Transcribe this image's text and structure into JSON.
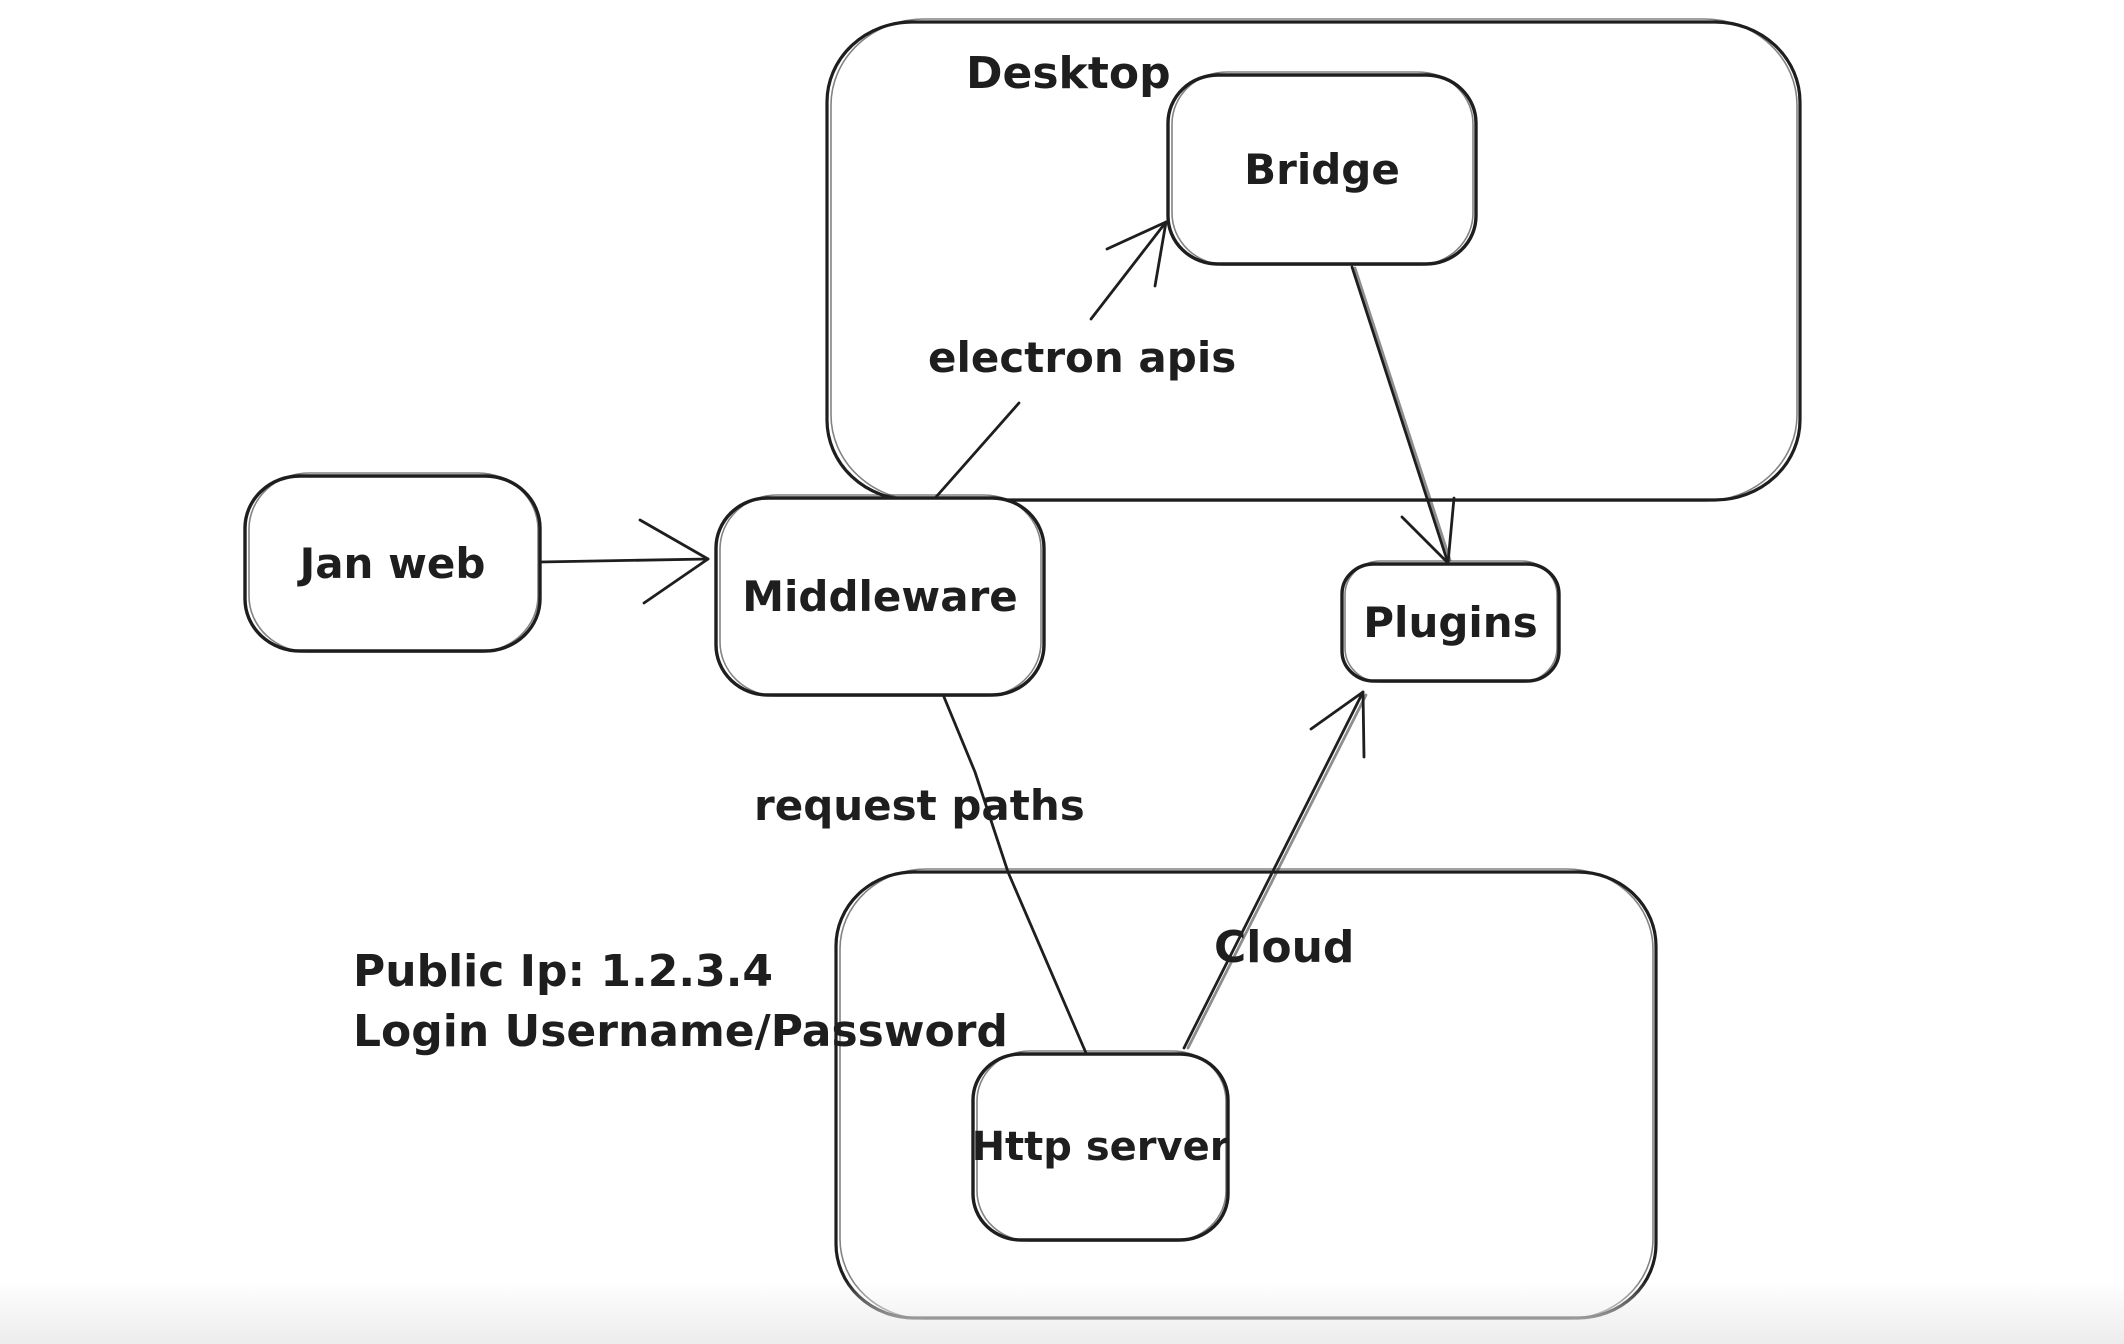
{
  "canvas": {
    "background_color": "#ffffff",
    "stroke_color": "#1e1e1e",
    "bottom_fade_color": "#ececec"
  },
  "containers": [
    {
      "id": "desktop",
      "label": "Desktop"
    },
    {
      "id": "cloud",
      "label": "Cloud"
    }
  ],
  "nodes": [
    {
      "id": "jan-web",
      "label": "Jan web"
    },
    {
      "id": "middleware",
      "label": "Middleware"
    },
    {
      "id": "bridge",
      "label": "Bridge"
    },
    {
      "id": "plugins",
      "label": "Plugins"
    },
    {
      "id": "http-server",
      "label": "Http server"
    }
  ],
  "edges": [
    {
      "id": "janweb-to-middleware",
      "from": "Jan web",
      "to": "Middleware",
      "label": "",
      "arrowhead": "open"
    },
    {
      "id": "middleware-to-bridge",
      "from": "Middleware",
      "to": "Bridge",
      "label": "electron apis",
      "arrowhead": "open"
    },
    {
      "id": "bridge-to-plugins",
      "from": "Bridge",
      "to": "Plugins",
      "label": "",
      "arrowhead": "open"
    },
    {
      "id": "middleware-to-httpserver",
      "from": "Middleware",
      "to": "Http server",
      "label": "request paths",
      "arrowhead": "none"
    },
    {
      "id": "httpserver-to-plugins",
      "from": "Http server",
      "to": "Plugins",
      "label": "",
      "arrowhead": "open"
    }
  ],
  "annotations": {
    "public_ip": "Public Ip: 1.2.3.4",
    "login": "Login Username/Password"
  }
}
